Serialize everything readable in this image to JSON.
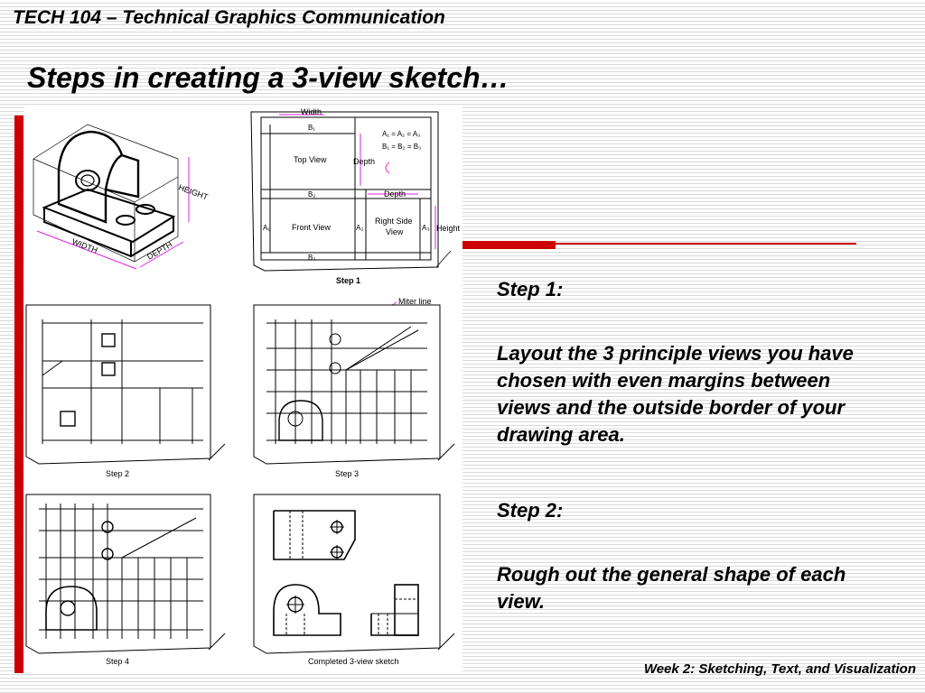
{
  "header": {
    "course_title": "TECH 104 – Technical Graphics Communication",
    "slide_title": "Steps in creating a 3-view sketch…"
  },
  "figure": {
    "isometric": {
      "height_label": "HEIGHT",
      "width_label": "WIDTH",
      "depth_label": "DEPTH"
    },
    "step1": {
      "caption": "Step 1",
      "width_label": "Width",
      "depth_label_top": "Depth",
      "depth_label_side": "Depth",
      "height_label": "Height",
      "top_view_label": "Top View",
      "front_view_label": "Front View",
      "right_side_label_1": "Right Side",
      "right_side_label_2": "View",
      "equation_a": "A₁ = A₂ = A₃",
      "equation_b": "B₁ = B₂ = B₃",
      "b1": "B₁",
      "b2": "B₂",
      "b3": "B₃",
      "a1": "A₁",
      "a2": "A₂",
      "a3": "A₃"
    },
    "miter_label": "Miter line",
    "step2_caption": "Step 2",
    "step3_caption": "Step 3",
    "step4_caption": "Step 4",
    "completed_caption": "Completed 3-view sketch"
  },
  "content": {
    "step1_heading": "Step 1:",
    "step1_text": "Layout the 3 principle views you have chosen with even margins between views and the outside border of your drawing area.",
    "step2_heading": "Step 2:",
    "step2_text": "Rough out the general shape of each view."
  },
  "footer": {
    "text": "Week 2: Sketching, Text, and Visualization"
  },
  "colors": {
    "accent": "#cc0000",
    "dimension": "#e020e0"
  }
}
